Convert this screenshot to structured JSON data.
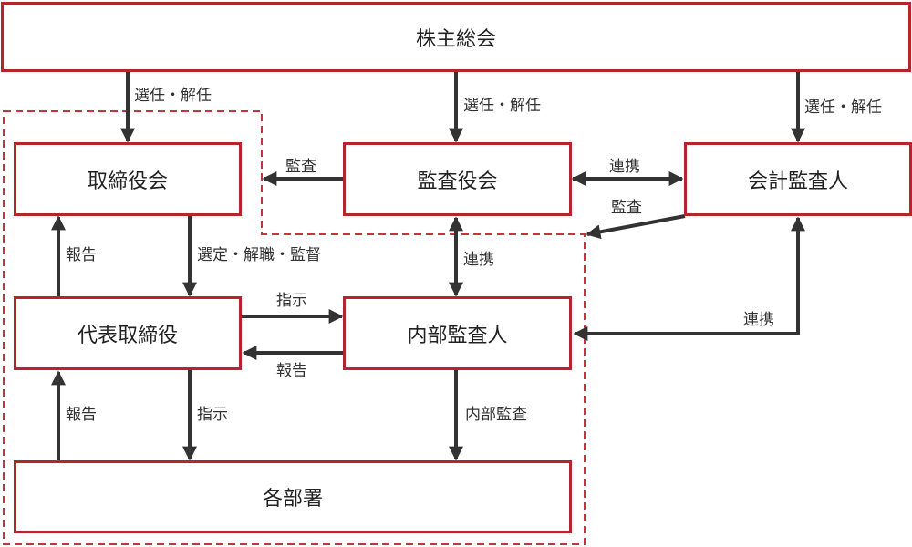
{
  "nodes": {
    "shareholders": "株主総会",
    "board": "取締役会",
    "audit_board": "監査役会",
    "accounting_auditor": "会計監査人",
    "representative_director": "代表取締役",
    "internal_audit": "内部監査人",
    "departments": "各部署"
  },
  "edges": {
    "elect_dismiss_board": "選任・解任",
    "elect_dismiss_audit": "選任・解任",
    "elect_dismiss_accounting": "選任・解任",
    "audit_to_board": "監査",
    "audit_coop_accounting": "連携",
    "accounting_audit": "監査",
    "board_to_rep": "選定・解職・監督",
    "rep_report_board": "報告",
    "audit_coop_internal": "連携",
    "rep_instruct_internal": "指示",
    "internal_report_rep": "報告",
    "accounting_coop_internal": "連携",
    "rep_instruct_dept": "指示",
    "dept_report_rep": "報告",
    "internal_audit_dept": "内部監査"
  },
  "colors": {
    "box_border": "#b5252d",
    "group_border": "#c0363c",
    "arrow": "#333333"
  }
}
